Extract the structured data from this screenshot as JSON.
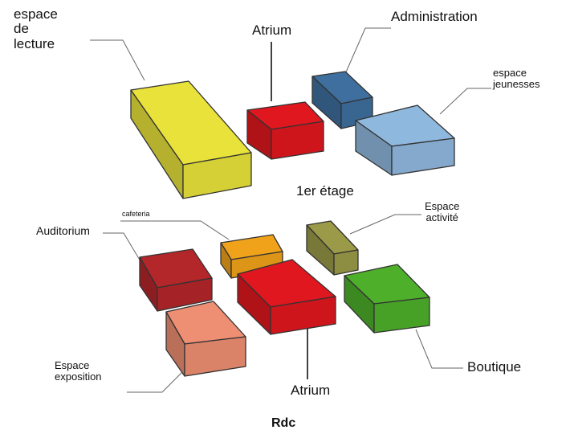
{
  "floors": {
    "upper": {
      "title": "1er étage",
      "spaces": [
        {
          "id": "lecture",
          "label_lines": [
            "espace",
            "de",
            "lecture"
          ],
          "color": "#E8E23A"
        },
        {
          "id": "atrium-upper",
          "label_lines": [
            "Atrium"
          ],
          "color": "#E0171E"
        },
        {
          "id": "administration",
          "label_lines": [
            "Administration"
          ],
          "color": "#3E6F9E"
        },
        {
          "id": "jeunesses",
          "label_lines": [
            "espace",
            "jeunesses"
          ],
          "color": "#8FB8DE"
        }
      ]
    },
    "ground": {
      "title": "Rdc",
      "spaces": [
        {
          "id": "auditorium",
          "label_lines": [
            "Auditorium"
          ],
          "color": "#B3262A"
        },
        {
          "id": "cafeteria",
          "label_lines": [
            "cafeteria"
          ],
          "color": "#F0A21A"
        },
        {
          "id": "activite",
          "label_lines": [
            "Espace",
            "activité"
          ],
          "color": "#9A9A48"
        },
        {
          "id": "atrium-ground",
          "label_lines": [
            "Atrium"
          ],
          "color": "#E0171E"
        },
        {
          "id": "boutique",
          "label_lines": [
            "Boutique"
          ],
          "color": "#4DAF2A"
        },
        {
          "id": "exposition",
          "label_lines": [
            "Espace",
            "exposition"
          ],
          "color": "#EE8E72"
        }
      ]
    }
  }
}
